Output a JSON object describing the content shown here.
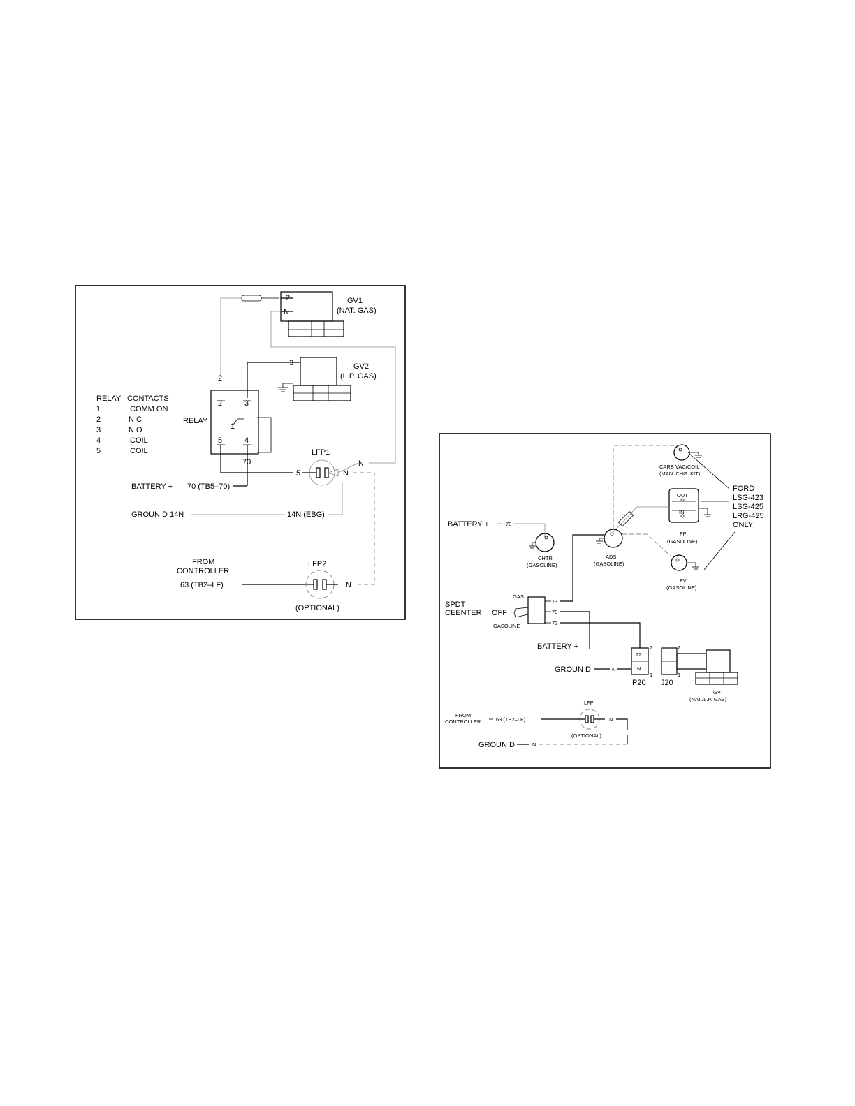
{
  "diagram1": {
    "gv1": {
      "pin_2": "2",
      "pin_n": "N",
      "name": "GV1",
      "type": "(NAT. GAS)"
    },
    "gv2": {
      "pin_3": "3",
      "name": "GV2",
      "type": "(L.P. GAS)"
    },
    "relay": {
      "label": "RELAY",
      "wire_2": "2",
      "terminal_2": "2",
      "terminal_3": "3",
      "terminal_1": "1",
      "terminal_5": "5",
      "terminal_4": "4",
      "wire_70": "70"
    },
    "legend": {
      "header_relay": "RELAY",
      "header_contacts": "CONTACTS",
      "rows": [
        {
          "num": "1",
          "desc": "COMM ON"
        },
        {
          "num": "2",
          "desc": "N C"
        },
        {
          "num": "3",
          "desc": "N O"
        },
        {
          "num": "4",
          "desc": "COIL"
        },
        {
          "num": "5",
          "desc": "COIL"
        }
      ]
    },
    "lfp1": {
      "name": "LFP1",
      "pin_5": "5",
      "pin_n": "N",
      "wire_n": "N"
    },
    "battery": "BATTERY +",
    "battery_wire": "70 (TB5–70)",
    "ground": "GROUN D 14N",
    "ground_wire": "14N (EBG)",
    "from_controller": "FROM",
    "controller": "CONTROLLER",
    "controller_wire": "63 (TB2–LF)",
    "lfp2": {
      "name": "LFP2",
      "pin_n": "N",
      "note": "(OPTIONAL)"
    }
  },
  "diagram2": {
    "carb": {
      "name": "CARB VAC/COIL",
      "note": "(MAN. CHG. KIT)"
    },
    "ford": {
      "lines": [
        "FORD",
        "LSG-423",
        "LSG-425",
        "LRG-425",
        "ONLY"
      ]
    },
    "fp": {
      "out": "OUT",
      "in": "IN",
      "name": "FP",
      "type": "(GASOLINE)"
    },
    "battery": "BATTERY +",
    "battery_wire": "70",
    "chtr": {
      "name": "CHTR",
      "type": "(GASOLINE)"
    },
    "ads": {
      "name": "ADS",
      "type": "(GASOLINE)"
    },
    "fv": {
      "name": "FV",
      "type": "(GASOLINE)"
    },
    "switch": {
      "title_1": "SPDT",
      "title_2": "CEENTER",
      "gas": "GAS",
      "off": "OFF",
      "gasoline": "GASOLINE",
      "wire_73": "73",
      "wire_70": "70",
      "wire_72": "72"
    },
    "battery2": "BATTERY +",
    "ground": "GROUN D",
    "ground_n": "N",
    "p20": {
      "top": "72",
      "bottom": "N",
      "pin2": "2",
      "pin1": "1",
      "name": "P20"
    },
    "j20": {
      "pin2": "2",
      "pin1": "1",
      "name": "J20"
    },
    "gv": {
      "name": "GV",
      "type": "(NAT./L.P. GAS)"
    },
    "lfp": {
      "name": "LFP",
      "pin_n": "N",
      "note": "(OPTIONAL)"
    },
    "from_controller_1": "FROM",
    "from_controller_2": "CONTROLLER",
    "controller_wire": "63 (TB2–LF)",
    "ground2": "GROUN D",
    "ground2_n": "N"
  }
}
